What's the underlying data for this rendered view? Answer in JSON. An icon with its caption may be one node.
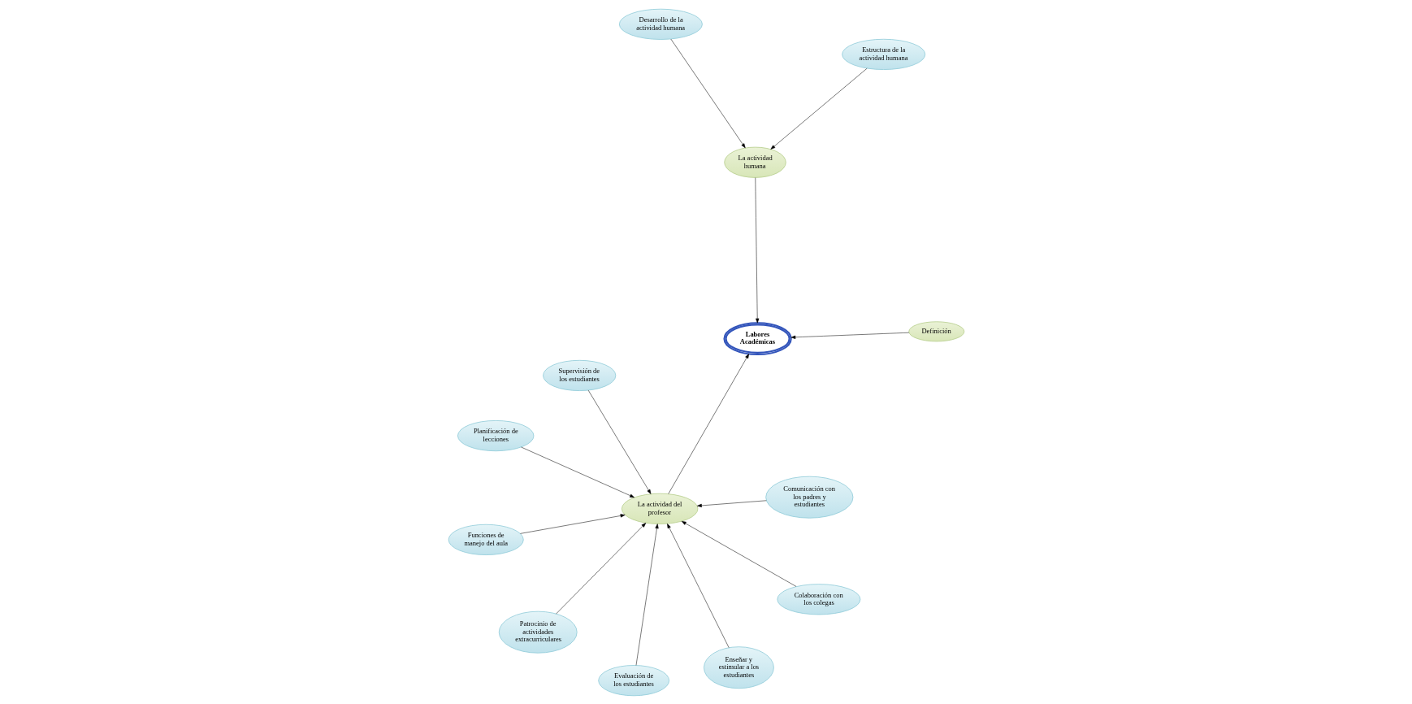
{
  "diagram": {
    "nodes": [
      {
        "text": [
          "Labores Académicas"
        ]
      },
      {
        "text": [
          "Definición"
        ]
      },
      {
        "text": [
          "La actividad del profesor"
        ]
      },
      {
        "text": [
          "La actividad humana"
        ]
      },
      {
        "text": [
          "Comunicación con los padres y estudiantes"
        ]
      },
      {
        "text": [
          "Supervisión de los estudiantes"
        ]
      },
      {
        "text": [
          "Patrocinio de actividades extracurriculares"
        ]
      },
      {
        "text": [
          "Colaboración con los colegas"
        ]
      },
      {
        "text": [
          "Funciones de manejo del aula"
        ]
      },
      {
        "text": [
          "Evaluación de los estudiantes"
        ]
      },
      {
        "text": [
          "Enseñar y estimular a los estudiantes"
        ]
      },
      {
        "text": [
          "Planificación de lecciones"
        ]
      },
      {
        "text": [
          "Estructura de la actividad humana"
        ]
      },
      {
        "text": [
          "Desarrollo de la actividad humana"
        ]
      }
    ],
    "edges": [
      {
        "from": 1,
        "to": 0,
        "arrow": "to"
      },
      {
        "from": 2,
        "to": 0,
        "arrow": "to"
      },
      {
        "from": 3,
        "to": 0,
        "arrow": "to"
      },
      {
        "from": 4,
        "to": 2,
        "arrow": "to"
      },
      {
        "from": 5,
        "to": 2,
        "arrow": "to"
      },
      {
        "from": 6,
        "to": 2,
        "arrow": "to"
      },
      {
        "from": 7,
        "to": 2,
        "arrow": "to"
      },
      {
        "from": 8,
        "to": 2,
        "arrow": "to"
      },
      {
        "from": 9,
        "to": 2,
        "arrow": "to"
      },
      {
        "from": 10,
        "to": 2,
        "arrow": "to"
      },
      {
        "from": 11,
        "to": 2,
        "arrow": "to"
      },
      {
        "from": 12,
        "to": 3,
        "arrow": "to"
      },
      {
        "from": 13,
        "to": 3,
        "arrow": "to"
      }
    ]
  }
}
